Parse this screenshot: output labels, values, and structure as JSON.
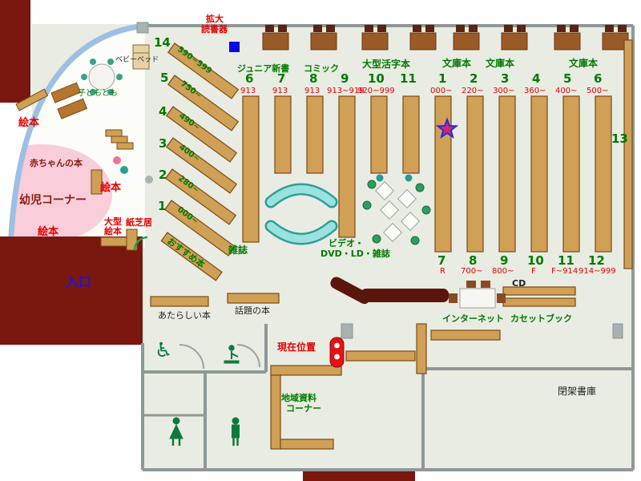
{
  "top": {
    "kakudai_line1": "拡大",
    "kakudai_line2": "読書器",
    "junior_shinsho": "ジュニア新書",
    "comic": "コミック",
    "ogata_katsuji": "大型活字本",
    "bunko": "文庫本"
  },
  "stacks": {
    "left_top": [
      {
        "n": "6",
        "r": "913"
      },
      {
        "n": "7",
        "r": "913"
      },
      {
        "n": "8",
        "r": "913"
      },
      {
        "n": "9",
        "r": "913~919"
      },
      {
        "n": "10",
        "r": "920~999"
      },
      {
        "n": "11",
        "r": ""
      }
    ],
    "right_top": [
      {
        "n": "1",
        "r": "000~"
      },
      {
        "n": "2",
        "r": "220~"
      },
      {
        "n": "3",
        "r": "300~"
      },
      {
        "n": "4",
        "r": "360~"
      },
      {
        "n": "5",
        "r": "400~"
      },
      {
        "n": "6",
        "r": "500~"
      }
    ],
    "right_bottom": [
      {
        "n": "7",
        "r": "R"
      },
      {
        "n": "8",
        "r": "700~"
      },
      {
        "n": "9",
        "r": "800~"
      },
      {
        "n": "10",
        "r": "F"
      },
      {
        "n": "11",
        "r": "F~914"
      },
      {
        "n": "12",
        "r": "914~999"
      }
    ],
    "wall_shelf": "13"
  },
  "diagonal": {
    "shelves": [
      {
        "n": "14",
        "r": "590~599"
      },
      {
        "n": "5",
        "r": "750~"
      },
      {
        "n": "4",
        "r": "490~"
      },
      {
        "n": "3",
        "r": "400~"
      },
      {
        "n": "2",
        "r": "280~"
      },
      {
        "n": "1",
        "r": "000~"
      }
    ],
    "recommended": "おすすめ本"
  },
  "children": {
    "corner_title": "幼児コーナー",
    "baby_books": "赤ちゃんの本",
    "picture_books": "絵本",
    "large_picture_1": "大型",
    "large_picture_2": "絵本",
    "kamishibai": "紙芝居",
    "baby_bed": "ベビーベッド",
    "kodomo": "子どもとも",
    "entrance": "入口"
  },
  "center": {
    "magazines": "雑誌",
    "video_line1": "ビデオ・",
    "video_line2": "DVD・LD・雑誌"
  },
  "south": {
    "cd": "CD",
    "internet": "インターネット",
    "cassette": "カセットブック",
    "new_books": "あたらしい本",
    "topic_books": "話題の本",
    "current_location": "現在位置",
    "regional_line1": "地域資料",
    "regional_line2": "コーナー",
    "closed_stacks": "閉架書庫"
  },
  "icons": {
    "wheelchair": "♿"
  },
  "colors": {
    "green": "#007a00",
    "red": "#e60000",
    "blue": "#1515e6",
    "maroon": "#7a170f",
    "shelf_tan": "#cfa055",
    "bench_teal": "#8fdcd8"
  }
}
